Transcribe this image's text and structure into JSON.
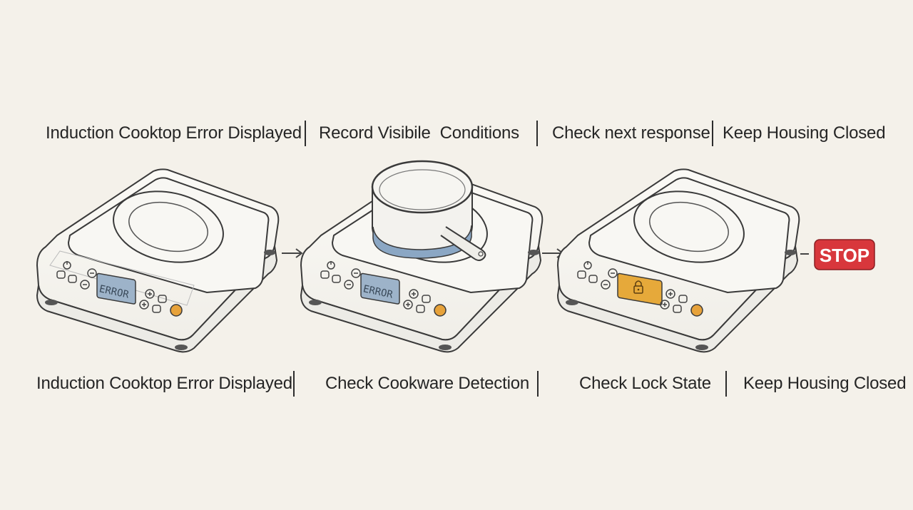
{
  "top_labels": [
    "Induction Cooktop Error Displayed",
    "Record Visibile  Conditions",
    "Check next response",
    "Keep Housing Closed"
  ],
  "bottom_labels": [
    "Induction Cooktop Error Displayed",
    "Check Cookware Detection",
    "Check Lock State",
    "Keep Housing Closed"
  ],
  "cooktops": [
    {
      "name": "cooktop-error",
      "display": "ERROR",
      "display_color": "#9db3c9",
      "has_pot": false,
      "lock": false
    },
    {
      "name": "cooktop-with-pot",
      "display": "ERROR",
      "display_color": "#9db3c9",
      "has_pot": true,
      "lock": false
    },
    {
      "name": "cooktop-locked",
      "display": "",
      "display_color": "#e6a93a",
      "has_pot": false,
      "lock": true
    }
  ],
  "stop_badge": {
    "text": "STOP",
    "color": "#d8373c"
  },
  "colors": {
    "outline": "#3a3a3a",
    "knob": "#e7a23a",
    "pot_band": "#8ba7c4",
    "background": "#f4f1ea"
  }
}
